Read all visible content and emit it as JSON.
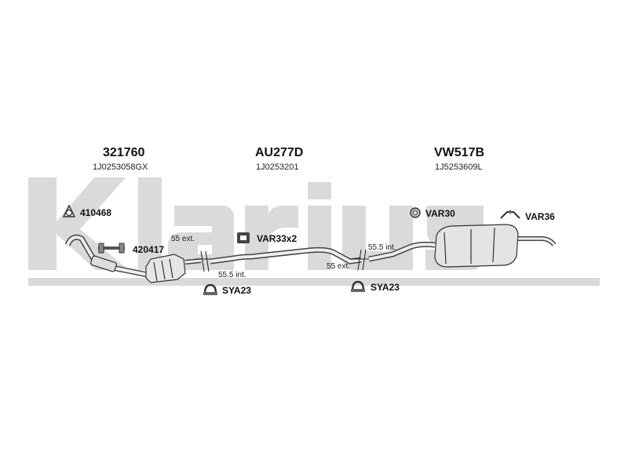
{
  "watermark": {
    "text": "Klarius",
    "color": "#d9d9d9"
  },
  "main_parts": [
    {
      "code": "321760",
      "oe": "1J0253058GX"
    },
    {
      "code": "AU277D",
      "oe": "1J0253201"
    },
    {
      "code": "VW517B",
      "oe": "1J5253609L"
    }
  ],
  "accessories": [
    {
      "code": "410468",
      "icon": "gasket-icon"
    },
    {
      "code": "420417",
      "icon": "bracket-icon"
    },
    {
      "code": "VAR33x2",
      "icon": "rubber-mount-icon"
    },
    {
      "code": "SYA23",
      "icon": "clamp-icon"
    },
    {
      "code": "SYA23",
      "icon": "clamp-icon"
    },
    {
      "code": "VAR30",
      "icon": "hanger-icon"
    },
    {
      "code": "VAR36",
      "icon": "hook-icon"
    }
  ],
  "dimensions": [
    {
      "text": "55 ext."
    },
    {
      "text": "55.5 int."
    },
    {
      "text": "55.5 int."
    },
    {
      "text": "55 ext."
    }
  ]
}
